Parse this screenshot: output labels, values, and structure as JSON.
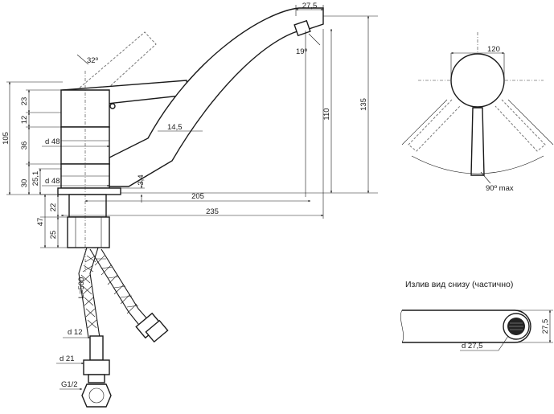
{
  "side_view": {
    "spout_width": "27,5",
    "spout_angle": "19º",
    "lever_angle": "32º",
    "pipe_diameter": "14,5",
    "height_spout": "110",
    "height_total": "135",
    "reach_inner": "205",
    "reach_total": "235",
    "body_diameter_top": "d 48",
    "body_diameter_bottom": "d 48",
    "height_105": "105",
    "height_23": "23",
    "height_12": "12",
    "height_36": "36",
    "height_30": "30",
    "height_25_1": "25,1",
    "base_thickness": "3,4",
    "nut_height_22": "22",
    "nut_height_25": "25",
    "nut_height_47": "47"
  },
  "hose": {
    "length": "L=500",
    "diameter": "d 12",
    "fitting_diameter": "d 21",
    "thread": "G1/2"
  },
  "top_view": {
    "handle_diameter": "120",
    "rotation": "90º max"
  },
  "bottom_view": {
    "title": "Излив вид снизу (частично)",
    "outlet_diameter": "d 27,5",
    "spout_width": "27,5"
  }
}
